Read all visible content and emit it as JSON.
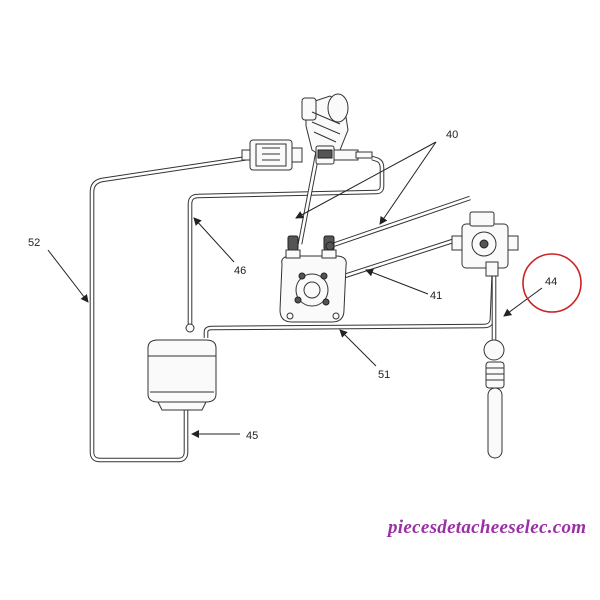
{
  "callouts": {
    "c40": "40",
    "c41": "41",
    "c44": "44",
    "c45": "45",
    "c46": "46",
    "c51": "51",
    "c52": "52"
  },
  "highlight": {
    "callout": "44",
    "color": "#cc2222"
  },
  "watermark": {
    "text": "piecesdetacheeselec.com",
    "color": "#9b2fa5"
  }
}
